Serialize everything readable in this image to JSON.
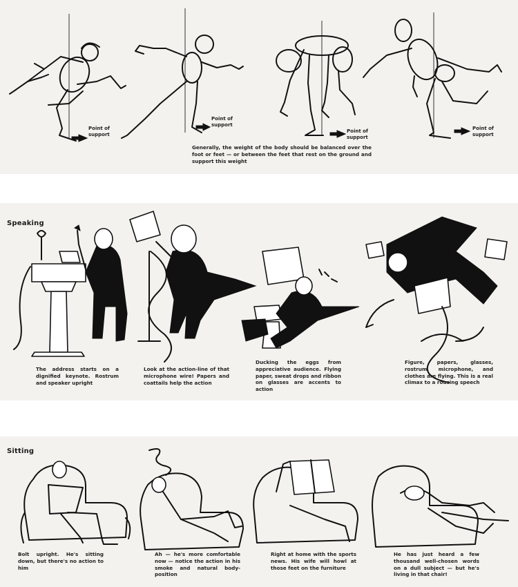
{
  "balance": {
    "caption": "Generally, the weight of the body should be balanced over the foot or feet — or between the feet that rest on the ground and support this weight",
    "labels": [
      "Point of support",
      "Point of support",
      "Point of support",
      "Point of support"
    ]
  },
  "speaking": {
    "title": "Speaking",
    "captions": [
      "The address starts on a dignified keynote. Rostrum and speaker upright",
      "Look at the action-line of that microphone wire! Papers and coattails help the action",
      "Ducking the eggs from appreciative audience. Flying paper, sweat drops and ribbon on glasses are accents to action",
      "Figure, papers, glasses, rostrum, microphone, and clothes are flying. This is a real climax to a rousing speech"
    ]
  },
  "sitting": {
    "title": "Sitting",
    "captions": [
      "Bolt upright. He's sitting down, but there's no action to him",
      "Ah — he's more comfortable now — notice the action in his smoke and natural body-position",
      "Right at home with the sports news. His wife will howl at those feet on the furniture",
      "He has just heard a few thousand well-chosen words on a dull subject — but he's living in that chair!"
    ]
  }
}
